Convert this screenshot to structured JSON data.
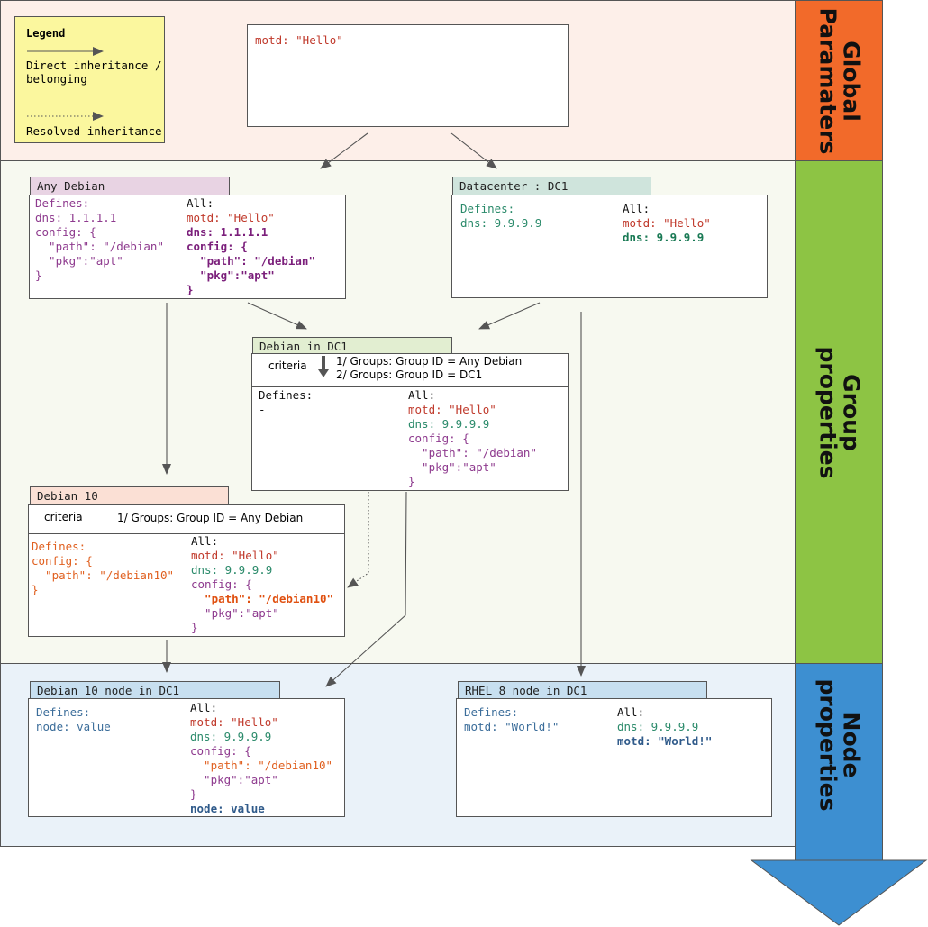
{
  "legend": {
    "title": "Legend",
    "direct_label": [
      "Direct inheritance /",
      "belonging"
    ],
    "resolved_label": "Resolved inheritance"
  },
  "sidebar": {
    "global": "Global\nParamaters",
    "group": "Group\nproperties",
    "node": "Node\nproperties",
    "colors": {
      "global": "#f26a2a",
      "group": "#8dc444",
      "node": "#3d8fd1"
    }
  },
  "bands": {
    "colors": {
      "global": "#fdefe9",
      "group": "#f7f9f0",
      "node": "#eaf2f9"
    }
  },
  "global_box": {
    "line": "motd: \"Hello\""
  },
  "any_debian": {
    "title": "Any Debian",
    "defines": [
      "Defines:",
      "dns: 1.1.1.1",
      "config: {",
      "  \"path\": \"/debian\"",
      "  \"pkg\":\"apt\"",
      "}"
    ],
    "all": [
      "All:",
      "motd: \"Hello\"",
      "dns: 1.1.1.1",
      "config: {",
      "  \"path\": \"/debian\"",
      "  \"pkg\":\"apt\"",
      "}"
    ]
  },
  "datacenter": {
    "title": "Datacenter : DC1",
    "defines": [
      "Defines:",
      "dns: 9.9.9.9"
    ],
    "all": [
      "All:",
      "motd: \"Hello\"",
      "dns: 9.9.9.9"
    ]
  },
  "debian_dc1": {
    "title": "Debian in DC1",
    "criteria_label": "criteria",
    "criteria": [
      "1/ Groups: Group ID = Any Debian",
      "2/ Groups: Group ID = DC1"
    ],
    "defines": [
      "Defines:",
      "-"
    ],
    "all": [
      "All:",
      "motd: \"Hello\"",
      "dns: 9.9.9.9",
      "config: {",
      "  \"path\": \"/debian\"",
      "  \"pkg\":\"apt\"",
      "}"
    ]
  },
  "debian10": {
    "title": "Debian 10",
    "criteria_label": "criteria",
    "criteria": [
      "1/ Groups: Group ID = Any Debian"
    ],
    "defines": [
      "Defines:",
      "config: {",
      "  \"path\": \"/debian10\"",
      "}"
    ],
    "all": [
      "All:",
      "motd: \"Hello\"",
      "dns: 9.9.9.9",
      "config: {",
      "  \"path\": \"/debian10\"",
      "  \"pkg\":\"apt\"",
      "}"
    ]
  },
  "debian10_node": {
    "title": "Debian 10 node in DC1",
    "defines": [
      "Defines:",
      "node: value"
    ],
    "all": [
      "All:",
      "motd: \"Hello\"",
      "dns: 9.9.9.9",
      "config: {",
      "  \"path\": \"/debian10\"",
      "  \"pkg\":\"apt\"",
      "}",
      "node: value"
    ]
  },
  "rhel8_node": {
    "title": "RHEL 8 node in DC1",
    "defines": [
      "Defines:",
      "motd: \"World!\""
    ],
    "all": [
      "All:",
      "dns: 9.9.9.9",
      "motd: \"World!\""
    ]
  }
}
